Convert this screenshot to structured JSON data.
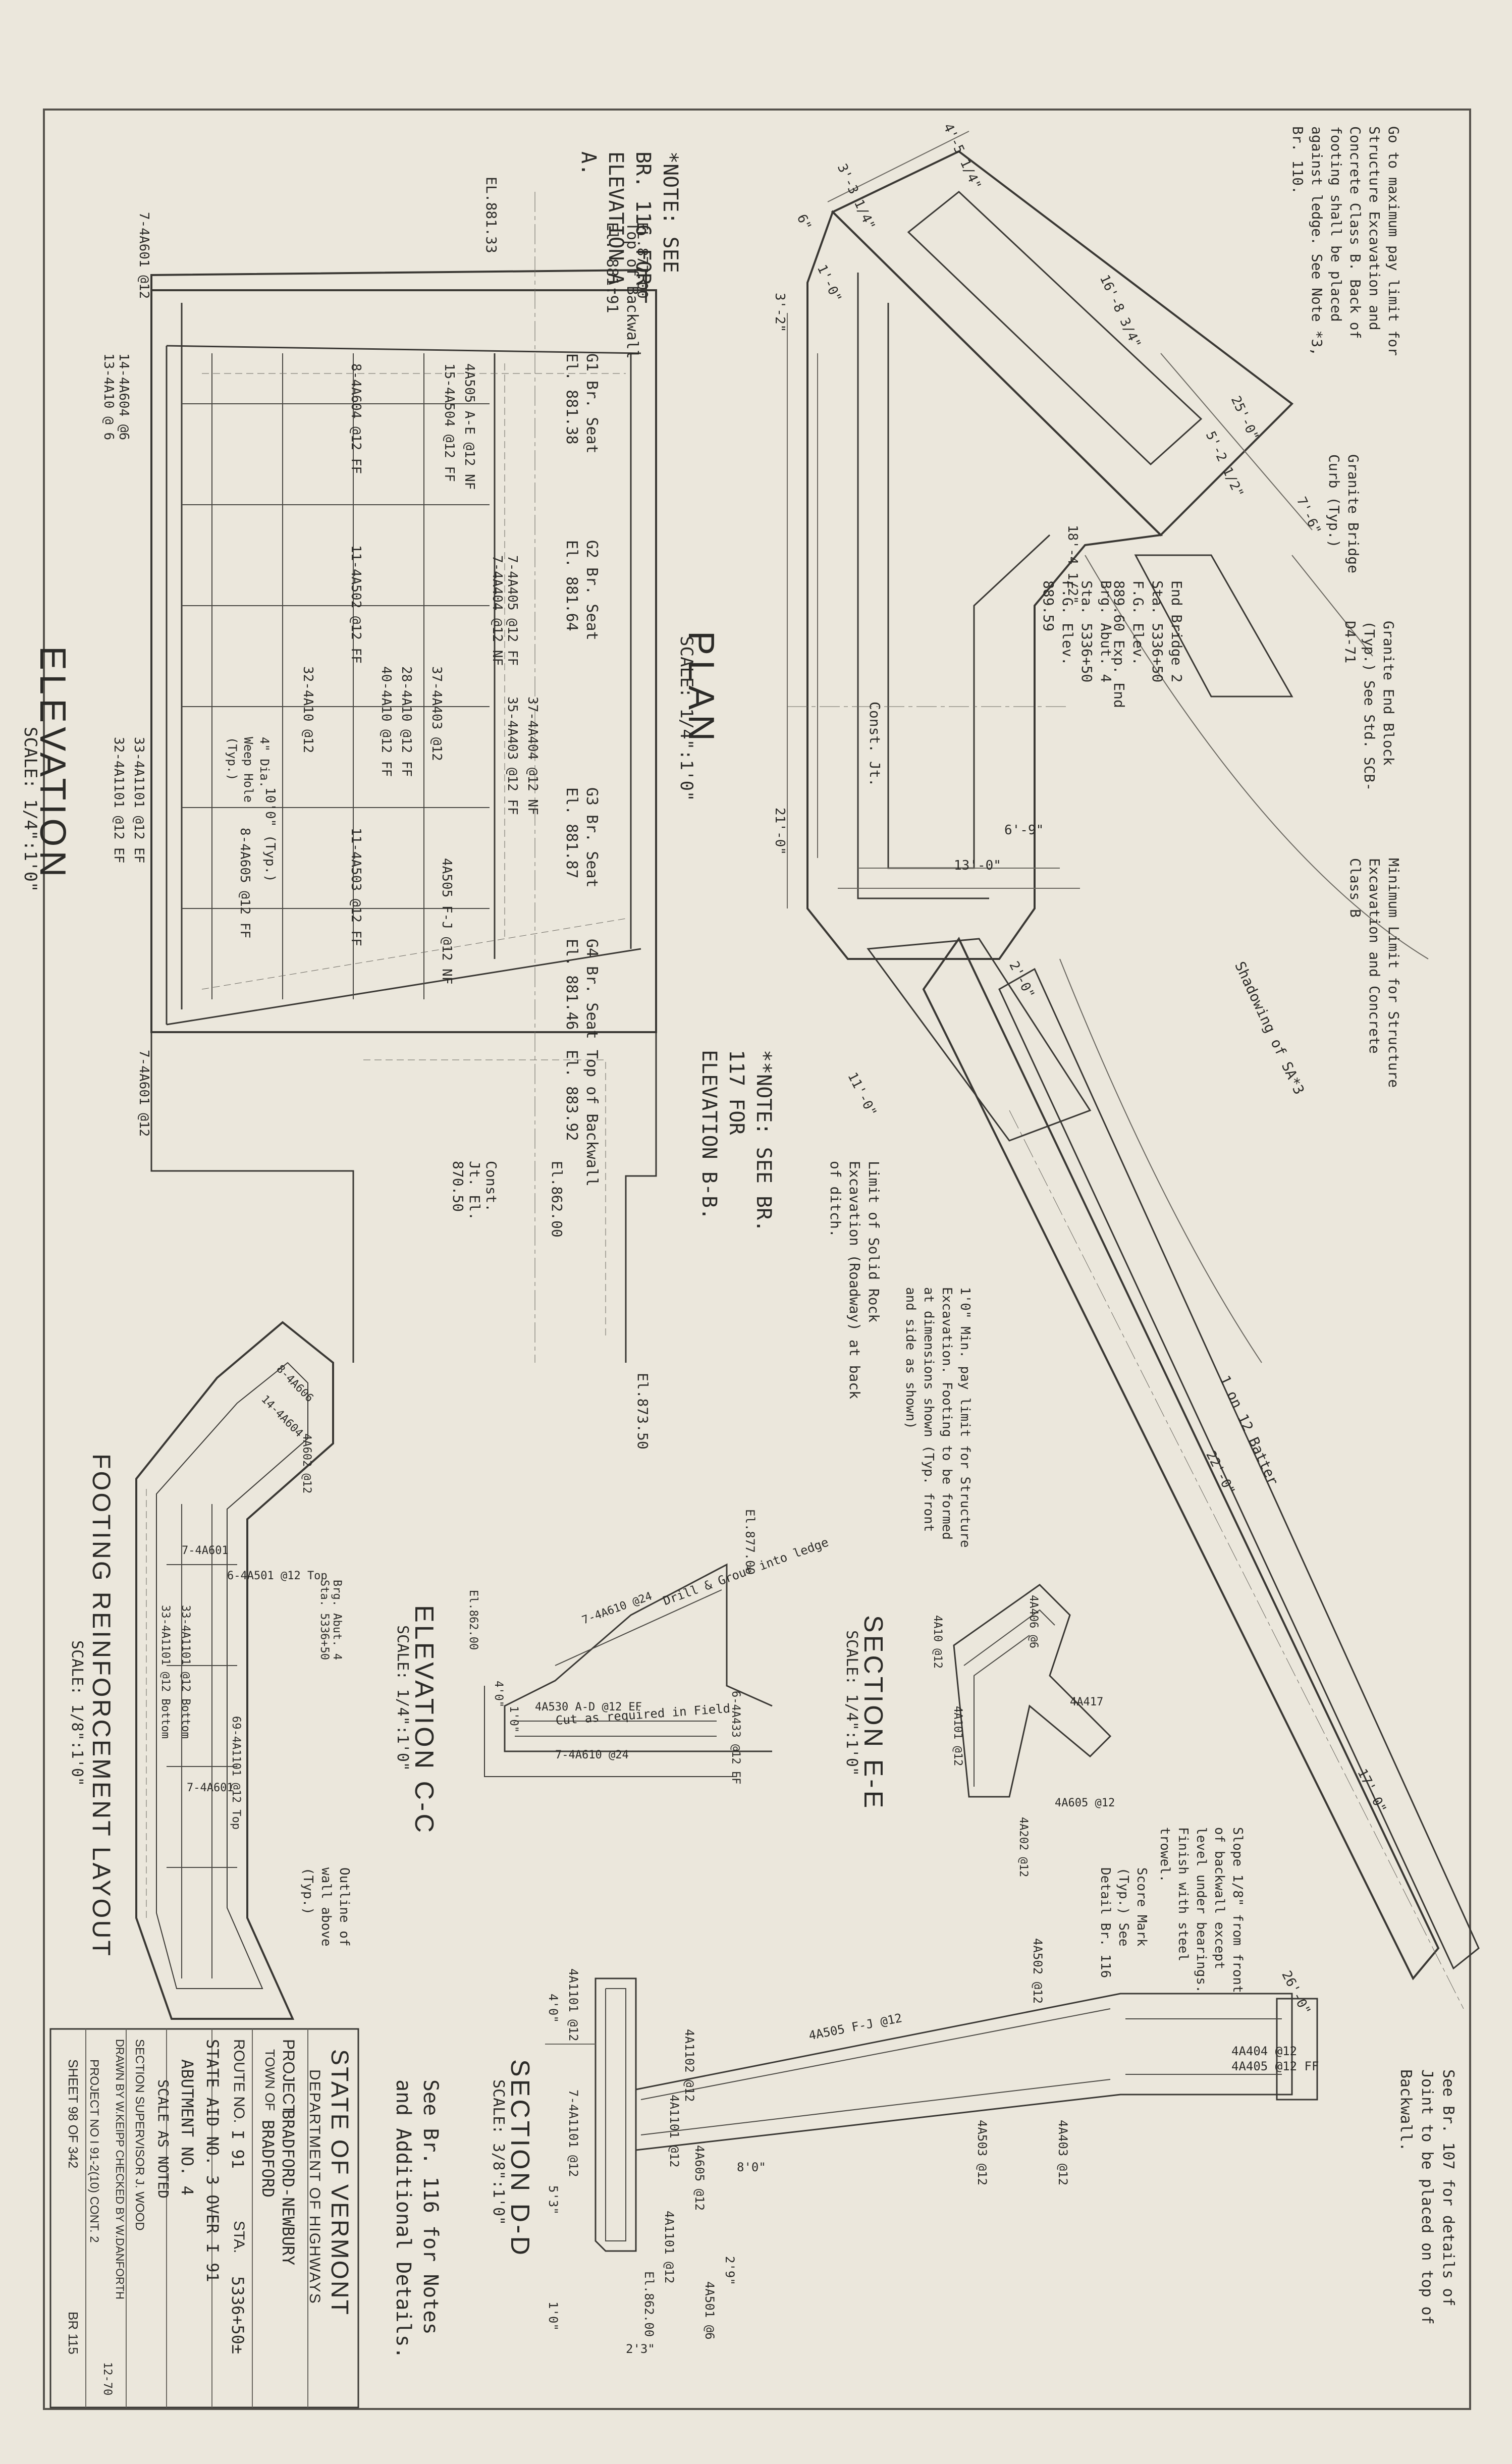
{
  "title_block": {
    "state": "STATE OF VERMONT",
    "department": "DEPARTMENT OF HIGHWAYS",
    "project_label": "PROJECT",
    "project": "BRADFORD-NEWBURY",
    "town_label": "TOWN OF",
    "town": "BRADFORD",
    "route_label": "ROUTE NO.",
    "route": "I 91",
    "sta_label": "STA.",
    "sta": "5336+50±",
    "line1": "STATE AID NO. 3 OVER I 91",
    "line2": "ABUTMENT NO. 4",
    "scale": "SCALE AS NOTED",
    "section_supervisor": "SECTION SUPERVISOR J. WOOD",
    "drawn_checked": "DRAWN BY W.KEIPP CHECKED BY W.DANFORTH",
    "date": "12-70",
    "project_no": "PROJECT NO I 91-2(10) CONT. 2",
    "sheet": "SHEET 98 OF 342",
    "br": "BR 115"
  },
  "views": {
    "elevation": "ELEVATION",
    "elevation_scale": "SCALE: 1/4\":1'0\"",
    "plan": "PLAN",
    "plan_scale": "SCALE: 1/4\":1'0\"",
    "elev_cc": "ELEVATION C-C",
    "elev_cc_scale": "SCALE: 1/4\":1'0\"",
    "section_ee": "SECTION E-E",
    "section_ee_scale": "SCALE: 1/4\":1'0\"",
    "section_dd": "SECTION D-D",
    "section_dd_scale": "SCALE: 3/8\":1'0\"",
    "footing": "FOOTING REINFORCEMENT LAYOUT",
    "footing_scale": "SCALE: 1/8\":1'0\""
  },
  "notes": {
    "elev_note": "*NOTE: SEE BR. 116 FOR ELEVATION A-A.",
    "plan_note": "**NOTE: SEE BR. 117 FOR ELEVATION B-B.",
    "general": "See Br. 116 for Notes and Additional Details.",
    "backwall": "See Br. 107 for details of Joint to be placed on top of Backwall.",
    "excavation_top": "Go to maximum pay limit for Structure Excavation and Concrete Class B. Back of footing shall be placed against ledge. See Note *3, Br. 110.",
    "granite_curb": "Granite Bridge Curb (Typ.)",
    "granite_end": "Granite End Block (Typ.) See Std. SCB-D4-71",
    "min_limit": "Minimum Limit for Structure Excavation and Concrete Class B",
    "limit_solid_rock": "Limit of Solid Rock Excavation (Roadway) at back of ditch.",
    "pay_limit": "1'0\" Min. pay limit for Structure Excavation. Footing to be formed at dimensions shown (Typ. front and side as shown)",
    "shadowing": "Shadowing of SA*3",
    "batter": "1 on 12 Batter",
    "slope": "Slope 1/8\" from front of backwall except level under bearings. Finish with steel trowel.",
    "score_mark": "Score Mark (Typ.) See Detail Br. 116",
    "drill_grout": "Drill & Grout into ledge",
    "cut_field": "Cut as required in Field",
    "outline_wall": "Outline of wall above (Typ.)",
    "weep": "4\" Dia. Weep Hole (Typ.)"
  },
  "elevation_labels": {
    "top_backwall": "Top of Backwall",
    "el_top_backwall": "El. 881.91",
    "g1": "G1 Br. Seat",
    "g1_el": "El. 881.38",
    "g2": "G2 Br. Seat",
    "g2_el": "El. 881.64",
    "g3": "G3 Br. Seat",
    "g3_el": "El. 881.87",
    "g4": "G4 Br. Seat",
    "g4_el": "El. 881.46",
    "top_backwall2": "Top of Backwall",
    "el_top_backwall2": "El. 883.92",
    "el_877": "EL.877.00",
    "el_881": "EL.881.33",
    "el_862": "El.862.00",
    "el_870": "Const. Jt. El. 870.50",
    "el_873": "El.873.50",
    "rebar": [
      "4A505 A-E @12 NF",
      "15-4A504 @12 FF",
      "8-4A604 @12 FF",
      "11-4A502 @12 FF",
      "32-4A10 @12",
      "40-4A10 @12 FF",
      "10'0\" (Typ.)",
      "11-4A503 @12 FF",
      "8-4A605 @12 FF",
      "4A505 F-J @12 NF",
      "37-4A403 @12",
      "28-4A10 @12 FF",
      "7-4A404 @12 NF",
      "7-4A405 @12 FF",
      "37-4A404 @12 NF",
      "35-4A403 @12 FF",
      "7-4A601 @12",
      "14-4A604 @6",
      "13-4A10 @ 6",
      "7-4A601 @12",
      "33-4A1101 @12 EF",
      "32-4A1101 @12 EF"
    ]
  },
  "plan_labels": {
    "end_bridge": "End Bridge 2 Sta. 5336+50 F.G. Elev. 889.60 Exp. End",
    "brg_abut": "Brg. Abut. 4 Sta. 5336+50 F.G. Elev. 889.59",
    "const_jt": "Const. Jt.",
    "dims": [
      "3'-3 1/4\"",
      "4'-5 1/4\"",
      "6\"",
      "1'-0\"",
      "3'-2\"",
      "16'-8 3/4\"",
      "25'-0\"",
      "5'-2 1/2\"",
      "7'-6\"",
      "18'-4 1/2\"",
      "13'-0\"",
      "6'-9\"",
      "22'-0\"",
      "17'-0\"",
      "2'-0\"",
      "11'-0\"",
      "21'-0\"",
      "26'-0\""
    ]
  },
  "section_dd_labels": [
    "4A1101 @12",
    "7-4A1101 @12",
    "4A505 F-J @12",
    "4A502 @12",
    "4A503 @12",
    "4A403 @12",
    "4A404 @12",
    "4A405 @12 FF",
    "4A1101 @12",
    "4A605 @12",
    "4A501 @6",
    "El.862.00",
    "8'0\"",
    "2'3\"",
    "5'3\"",
    "4'0\"",
    "1'0\"",
    "2'9\"",
    "4A1102 @12",
    "4A1101 @12"
  ],
  "section_ee_labels": [
    "4A406 @6",
    "4A417",
    "4A101 @12",
    "4A605 @12",
    "4A202 @12",
    "4A10 @12"
  ],
  "elev_cc_labels": [
    "El.877.00",
    "7-4A610 @24",
    "4A530 A-D @12 EF",
    "6-4A433 @12 EF",
    "7-4A610 @24",
    "El.862.00",
    "4'0\"",
    "1'0\""
  ],
  "footing_labels": [
    "8-4A606",
    "14-4A604",
    "4A602 @12",
    "7-4A601",
    "6-4A501 @12 Top",
    "69-4A1101 @12 Top",
    "33-4A1101 @12 Bottom",
    "33-4A1101 @12 Bottom",
    "7-4A601",
    "Brg. Abut. 4 Sta. 5336+50"
  ]
}
